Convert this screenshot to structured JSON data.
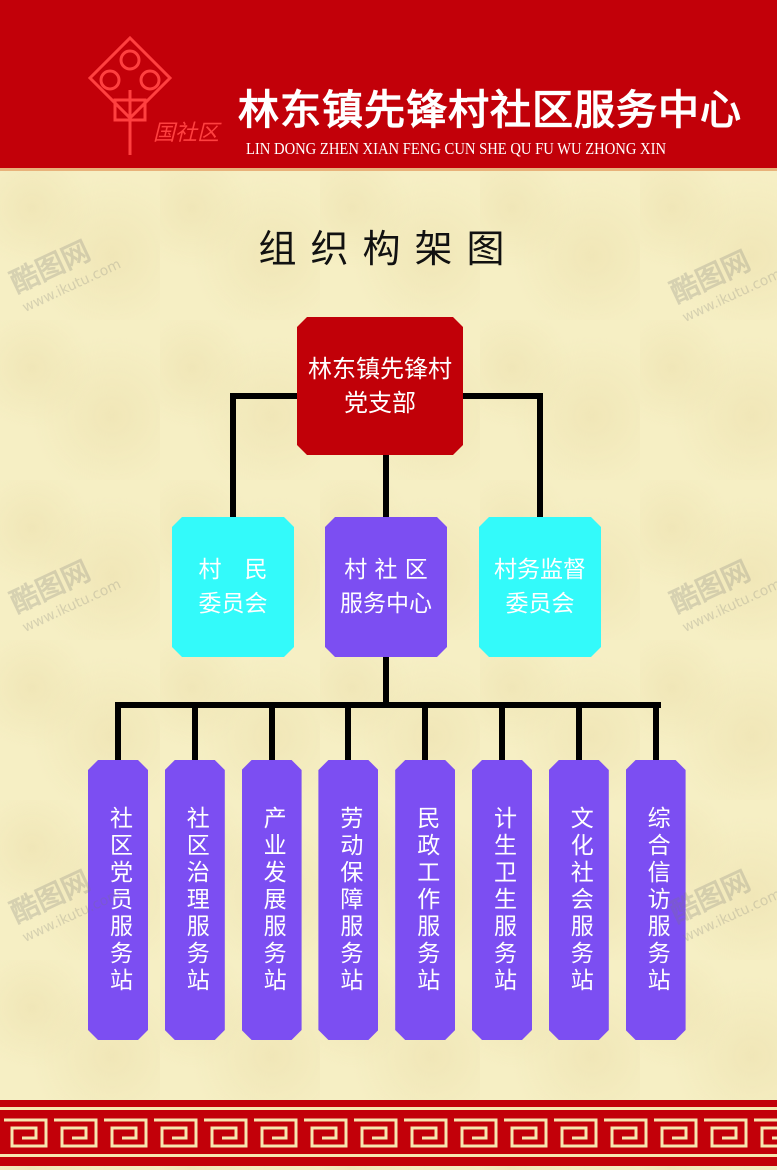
{
  "header": {
    "logo_text": "中国社区",
    "title": "林东镇先锋村社区服务中心",
    "subtitle": "LIN DONG ZHEN XIAN FENG CUN SHE QU  FU WU ZHONG XIN"
  },
  "chart_title": "组织构架图",
  "colors": {
    "header_red": "#c20009",
    "party_red": "#c10008",
    "cyan": "#33fafa",
    "purple": "#7c4ef2",
    "background": "#f6efc4"
  },
  "org": {
    "root": {
      "line1": "林东镇先锋村",
      "line2": "党支部"
    },
    "level2": [
      {
        "line1": "村　民",
        "line2": "委员会"
      },
      {
        "line1": "村 社 区",
        "line2": "服务中心"
      },
      {
        "line1": "村务监督",
        "line2": "委员会"
      }
    ],
    "stations": [
      "社区党员服务站",
      "社区治理服务站",
      "产业发展服务站",
      "劳动保障服务站",
      "民政工作服务站",
      "计生卫生服务站",
      "文化社会服务站",
      "综合信访服务站"
    ]
  },
  "watermark": {
    "brand": "酷图网",
    "url": "www.ikutu.com"
  }
}
